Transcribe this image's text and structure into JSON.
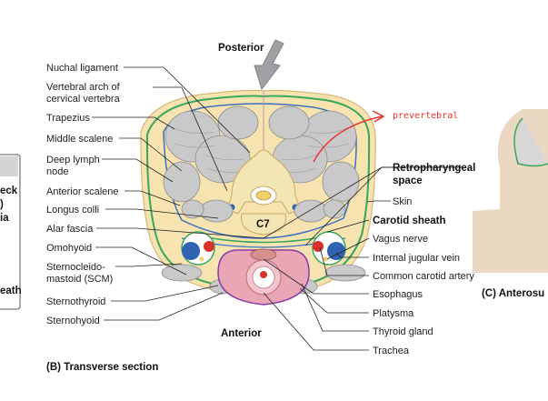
{
  "orientation": {
    "posterior": "Posterior",
    "anterior": "Anterior"
  },
  "vertebra_label": "C7",
  "annotation": {
    "text": "prevertebral",
    "color": "#e8322b"
  },
  "caption_b": "(B) Transverse section",
  "caption_c": "(C)  Anterosu",
  "left_panel_fragments": [
    "eck",
    ")",
    "ia",
    "eath"
  ],
  "left_labels": [
    "Nuchal ligament",
    "Vertebral arch of",
    "cervical vertebra",
    "Trapezius",
    "Middle scalene",
    "Deep lymph",
    "node",
    "Anterior scalene",
    "Longus colli",
    "Alar fascia",
    "Omohyoid",
    "Sternocleido-",
    "mastoid (SCM)",
    "Sternothyroid",
    "Sternohyoid"
  ],
  "right_labels": [
    "Retropharyngeal",
    "space",
    "Skin",
    "Carotid sheath",
    "Vagus nerve",
    "Internal jugular vein",
    "Common carotid artery",
    "Esophagus",
    "Platysma",
    "Thyroid gland",
    "Trachea"
  ],
  "colors": {
    "skin": "#f7e3b0",
    "muscle": "#c9c9c9",
    "fascia_green": "#3aa55a",
    "fascia_blue": "#3b6fc1",
    "bone": "#f4e6b4",
    "vein": "#2f62b0",
    "artery": "#d9322b",
    "thyroid": "#e9a6b4",
    "trachea": "#f3c6cf"
  }
}
